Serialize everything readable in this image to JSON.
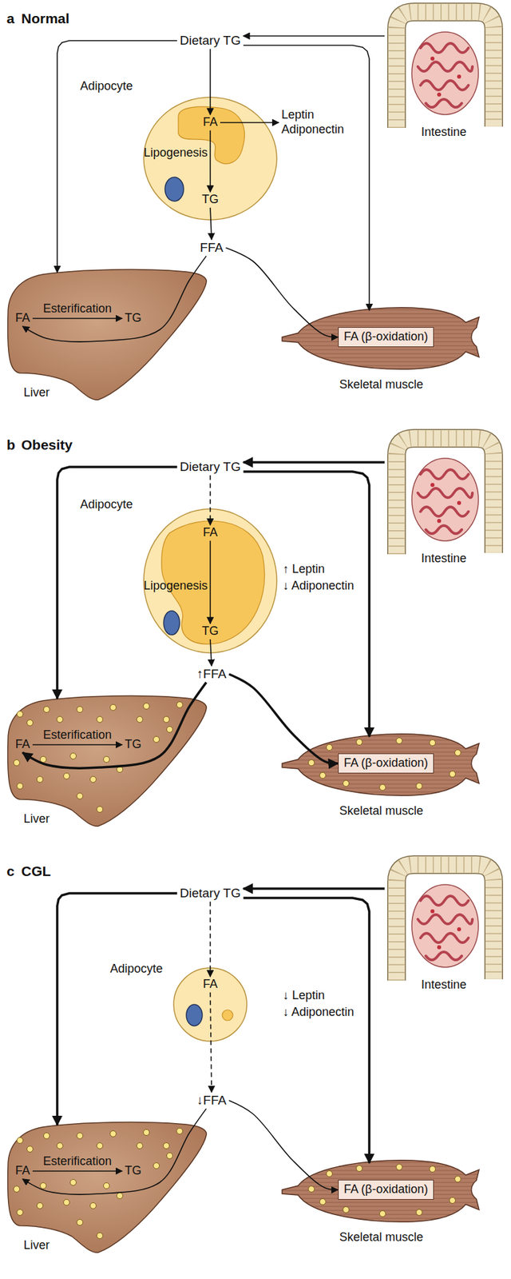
{
  "diagram": {
    "nodes": [
      {
        "text": [
          "Dietary TG"
        ]
      },
      {
        "text": [
          "Intestine"
        ]
      },
      {
        "text": [
          "Adipocyte",
          "Lipogenesis"
        ]
      },
      {
        "text": [
          "FA"
        ],
        "in": 2
      },
      {
        "text": [
          "TG"
        ],
        "in": 2
      },
      {
        "text": [
          "Leptin",
          "Adiponectin"
        ]
      },
      {
        "text": [
          "FFA"
        ]
      },
      {
        "text": [
          "Liver"
        ]
      },
      {
        "text": [
          "FA"
        ],
        "in": 7
      },
      {
        "text": [
          "TG"
        ],
        "in": 7
      },
      {
        "text": [
          "Skeletal muscle"
        ]
      },
      {
        "text": [
          "FA (β-oxidation)"
        ],
        "in": 10
      },
      {
        "text": [
          "Dietary TG"
        ]
      },
      {
        "text": [
          "Intestine"
        ]
      },
      {
        "text": [
          "Adipocyte",
          "Lipogenesis"
        ]
      },
      {
        "text": [
          "FA"
        ],
        "in": 14
      },
      {
        "text": [
          "TG"
        ],
        "in": 14
      },
      {
        "text": [
          "↑FFA"
        ]
      },
      {
        "text": [
          "Liver"
        ]
      },
      {
        "text": [
          "FA"
        ],
        "in": 18
      },
      {
        "text": [
          "TG"
        ],
        "in": 18
      },
      {
        "text": [
          "Skeletal muscle"
        ]
      },
      {
        "text": [
          "FA (β-oxidation)"
        ],
        "in": 21
      },
      {
        "text": [
          "Dietary TG"
        ]
      },
      {
        "text": [
          "Intestine"
        ]
      },
      {
        "text": [
          "Adipocyte"
        ]
      },
      {
        "text": [
          "FA"
        ],
        "in": 25
      },
      {
        "text": [
          "↓FFA"
        ]
      },
      {
        "text": [
          "Liver"
        ]
      },
      {
        "text": [
          "FA"
        ],
        "in": 28
      },
      {
        "text": [
          "TG"
        ],
        "in": 28
      },
      {
        "text": [
          "Skeletal muscle"
        ]
      },
      {
        "text": [
          "FA (β-oxidation)"
        ],
        "in": 31
      }
    ],
    "edges": [
      {
        "from": 1,
        "to": 0,
        "arrow": "to"
      },
      {
        "from": 0,
        "to": 7,
        "arrow": "to"
      },
      {
        "from": 0,
        "to": 10,
        "arrow": "to"
      },
      {
        "from": 0,
        "to": 3,
        "arrow": "to"
      },
      {
        "from": 3,
        "to": 4,
        "arrow": "to"
      },
      {
        "from": 3,
        "to": 5,
        "arrow": "to"
      },
      {
        "from": 4,
        "to": 6,
        "arrow": "to"
      },
      {
        "from": 6,
        "to": 8,
        "arrow": "to"
      },
      {
        "from": 6,
        "to": 11,
        "arrow": "to"
      },
      {
        "from": 8,
        "to": 9,
        "label": "Esterification",
        "arrow": "to"
      },
      {
        "from": 13,
        "to": 12,
        "arrow": "to"
      },
      {
        "from": 12,
        "to": 18,
        "arrow": "to"
      },
      {
        "from": 12,
        "to": 21,
        "arrow": "to"
      },
      {
        "from": 12,
        "to": 15,
        "arrow": "to"
      },
      {
        "from": 15,
        "to": 16,
        "arrow": "to"
      },
      {
        "from": 16,
        "to": 17,
        "arrow": "to"
      },
      {
        "from": 17,
        "to": 19,
        "arrow": "to"
      },
      {
        "from": 17,
        "to": 22,
        "arrow": "to"
      },
      {
        "from": 19,
        "to": 20,
        "label": "Esterification",
        "arrow": "to"
      },
      {
        "from": 24,
        "to": 23,
        "arrow": "to"
      },
      {
        "from": 23,
        "to": 28,
        "arrow": "to"
      },
      {
        "from": 23,
        "to": 31,
        "arrow": "to"
      },
      {
        "from": 23,
        "to": 26,
        "arrow": "to"
      },
      {
        "from": 26,
        "to": 27,
        "arrow": "to"
      },
      {
        "from": 27,
        "to": 29,
        "arrow": "to"
      },
      {
        "from": 27,
        "to": 32,
        "arrow": "to"
      },
      {
        "from": 29,
        "to": 30,
        "label": "Esterification",
        "arrow": "to"
      }
    ],
    "labels": [
      "a",
      "Normal",
      "b",
      "Obesity",
      "↑ Leptin",
      "↓ Adiponectin",
      "c",
      "CGL",
      "↓ Leptin",
      "↓ Adiponectin"
    ]
  }
}
